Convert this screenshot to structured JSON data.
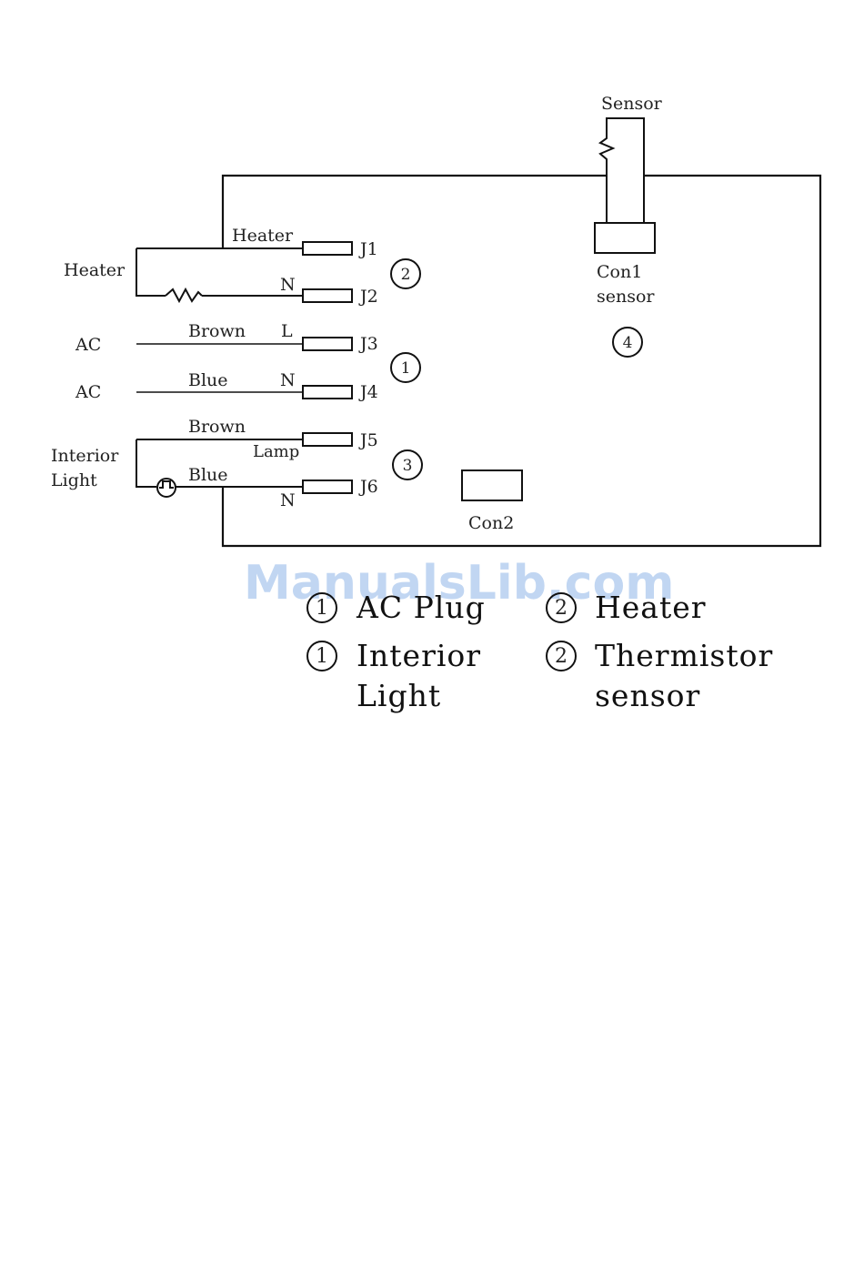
{
  "diagram": {
    "title": "Wiring diagram - control board connections",
    "left_labels": {
      "heater": "Heater",
      "ac_top": "AC",
      "ac_bottom": "AC",
      "interior_light_line1": "Interior",
      "interior_light_line2": "Light"
    },
    "wire_labels": {
      "heater_wire": "Heater",
      "heater_n": "N",
      "brown_ac": "Brown",
      "l_ac": "L",
      "blue_ac": "Blue",
      "n_ac": "N",
      "brown_lamp": "Brown",
      "lamp": "Lamp",
      "blue_lamp": "Blue",
      "n_lamp": "N"
    },
    "terminals": [
      "J1",
      "J2",
      "J3",
      "J4",
      "J5",
      "J6"
    ],
    "group_markers": {
      "heater_group": "2",
      "ac_group": "1",
      "light_group": "3",
      "sensor_group": "4"
    },
    "sensor": {
      "label": "Sensor",
      "connector_line1": "Con1",
      "connector_line2": "sensor"
    },
    "con2": {
      "label": "Con2"
    },
    "components": [
      {
        "id": "heater-resistor",
        "type": "resistor"
      },
      {
        "id": "interior-lamp",
        "type": "lamp"
      },
      {
        "id": "thermistor",
        "type": "resistor"
      }
    ]
  },
  "legend": {
    "items": [
      {
        "number": "1",
        "label": "AC Plug"
      },
      {
        "number": "2",
        "label": "Heater"
      },
      {
        "number": "1",
        "label_line1": "Interior",
        "label_line2": "Light"
      },
      {
        "number": "2",
        "label_line1": "Thermistor",
        "label_line2": "sensor"
      }
    ]
  },
  "watermark": {
    "text": "ManualsLib.com",
    "color": "#b7d0f0"
  }
}
